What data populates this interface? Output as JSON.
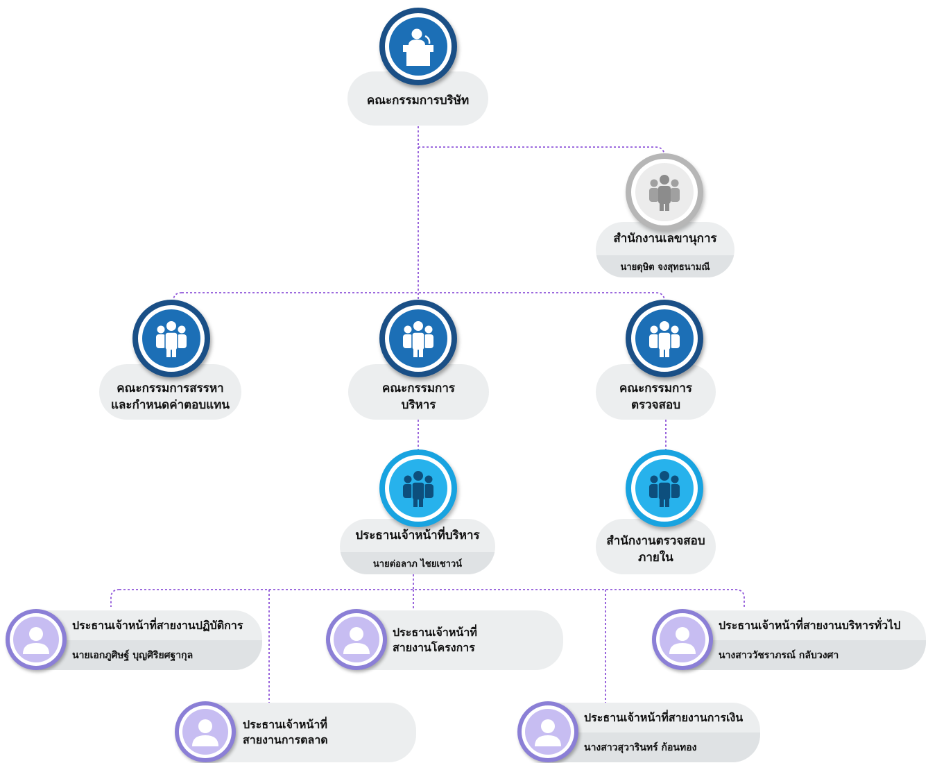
{
  "colors": {
    "connector": "#8f56d9",
    "dark_ring": "#1a4f86",
    "light_ring": "#18a3e0",
    "avatar": "#8b7fd6"
  },
  "board": {
    "title": "คณะกรรมการบริษัท",
    "icon": "podium-speaker-icon"
  },
  "secretary": {
    "title": "สำนักงานเลขานุการ",
    "name": "นายดุษิต จงสุทธนามณี",
    "icon": "group-icon"
  },
  "committees": [
    {
      "line1": "คณะกรรมการสรรหา",
      "line2": "และกำหนดค่าตอบแทน",
      "icon": "group-icon"
    },
    {
      "line1": "คณะกรรมการ",
      "line2": "บริหาร",
      "icon": "group-icon"
    },
    {
      "line1": "คณะกรรมการ",
      "line2": "ตรวจสอบ",
      "icon": "group-icon"
    }
  ],
  "ceo": {
    "title": "ประธานเจ้าหน้าที่บริหาร",
    "name": "นายต่อลาภ ไชยเชาวน์",
    "icon": "group-icon"
  },
  "internal_audit": {
    "line1": "สำนักงานตรวจสอบ",
    "line2": "ภายใน",
    "icon": "group-icon"
  },
  "executives": [
    {
      "title": "ประธานเจ้าหน้าที่สายงานปฏิบัติการ",
      "name": "นายเอกภูศิษฐ์ บุญศิริยศฐากุล"
    },
    {
      "line1": "ประธานเจ้าหน้าที่",
      "line2": "สายงานโครงการ"
    },
    {
      "title": "ประธานเจ้าหน้าที่สายงานบริหารทั่วไป",
      "name": "นางสาววัชราภรณ์ กลับวงศา"
    },
    {
      "line1": "ประธานเจ้าหน้าที่",
      "line2": "สายงานการตลาด"
    },
    {
      "title": "ประธานเจ้าหน้าที่สายงานการเงิน",
      "name": "นางสาวสุวารินทร์ ก้อนทอง"
    }
  ]
}
